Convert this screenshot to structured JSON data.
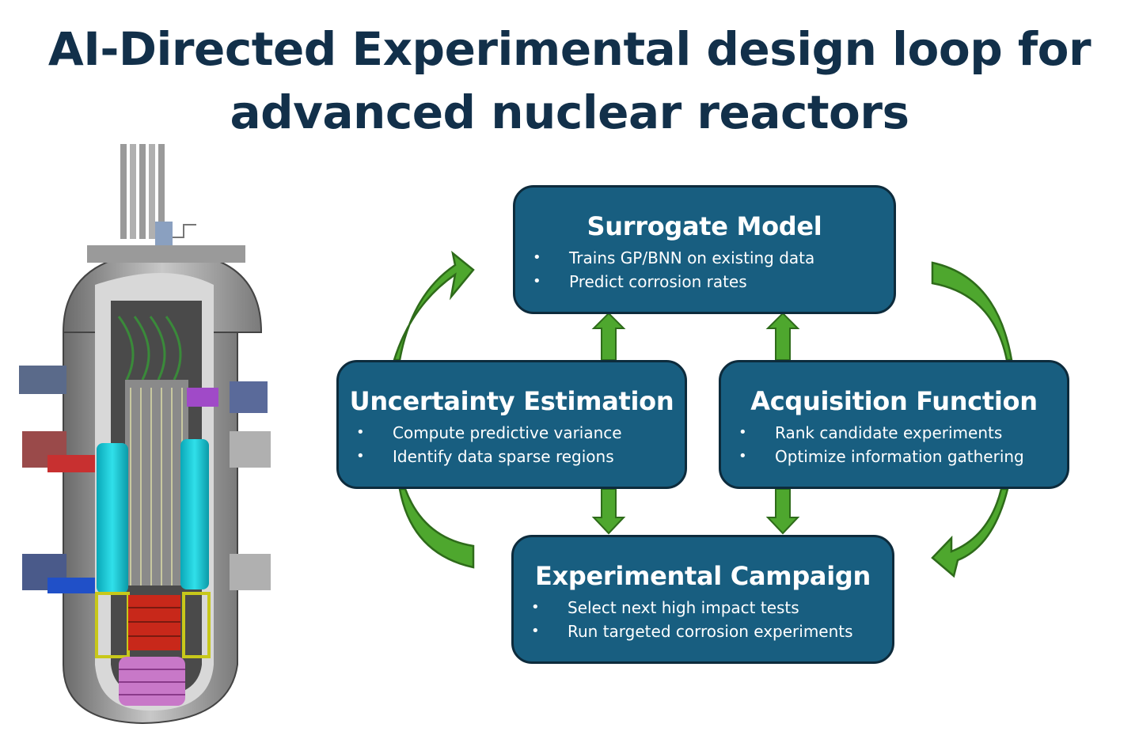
{
  "title": {
    "line1": "AI-Directed Experimental design loop for",
    "line2": "advanced nuclear reactors"
  },
  "nodes": {
    "surrogate": {
      "heading": "Surrogate Model",
      "bullets": [
        "Trains GP/BNN on existing data",
        "Predict corrosion rates"
      ]
    },
    "uncertainty": {
      "heading": "Uncertainty Estimation",
      "bullets": [
        "Compute predictive variance",
        "Identify data sparse regions"
      ]
    },
    "acquisition": {
      "heading": "Acquisition Function",
      "bullets": [
        "Rank candidate experiments",
        "Optimize information gathering"
      ]
    },
    "experimental": {
      "heading": "Experimental Campaign",
      "bullets": [
        "Select next high impact tests",
        "Run targeted corrosion experiments"
      ]
    }
  },
  "bullet_glyph": "•",
  "colors": {
    "title": "#12304a",
    "box_fill": "#185e80",
    "box_border": "#0d2b3c",
    "arrow_fill": "#4ea72e",
    "arrow_stroke": "#2e6b1a"
  },
  "illustration": "reactor-vessel-cutaway"
}
